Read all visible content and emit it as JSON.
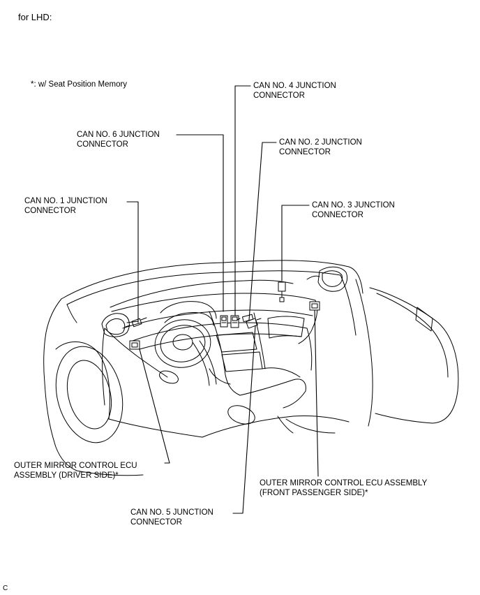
{
  "header": "for LHD:",
  "note": "*: w/ Seat Position Memory",
  "corner_mark": "C",
  "labels": {
    "can4": "CAN NO. 4 JUNCTION\nCONNECTOR",
    "can6": "CAN NO. 6 JUNCTION\nCONNECTOR",
    "can2": "CAN NO. 2 JUNCTION\nCONNECTOR",
    "can1": "CAN NO. 1 JUNCTION\nCONNECTOR",
    "can3": "CAN NO. 3 JUNCTION\nCONNECTOR",
    "mirror_driver": "OUTER MIRROR CONTROL ECU\nASSEMBLY (DRIVER SIDE)*",
    "mirror_passenger": "OUTER MIRROR CONTROL ECU ASSEMBLY\n(FRONT PASSENGER SIDE)*",
    "can5": "CAN NO. 5 JUNCTION\nCONNECTOR"
  },
  "colors": {
    "ink": "#000000",
    "background": "#ffffff"
  }
}
